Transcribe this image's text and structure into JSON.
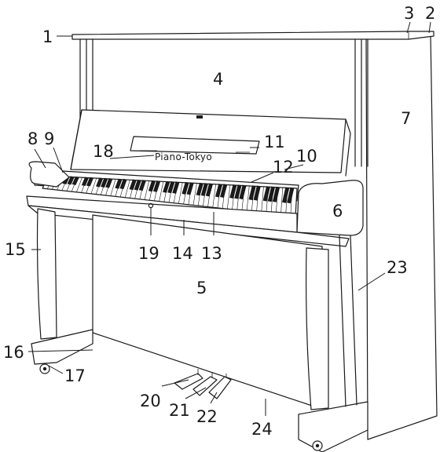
{
  "brand_label": "Piano-Tokyo",
  "callouts": [
    "1",
    "2",
    "3",
    "4",
    "5",
    "6",
    "7",
    "8",
    "9",
    "10",
    "11",
    "12",
    "13",
    "14",
    "15",
    "16",
    "17",
    "18",
    "19",
    "20",
    "21",
    "22",
    "23",
    "24"
  ]
}
